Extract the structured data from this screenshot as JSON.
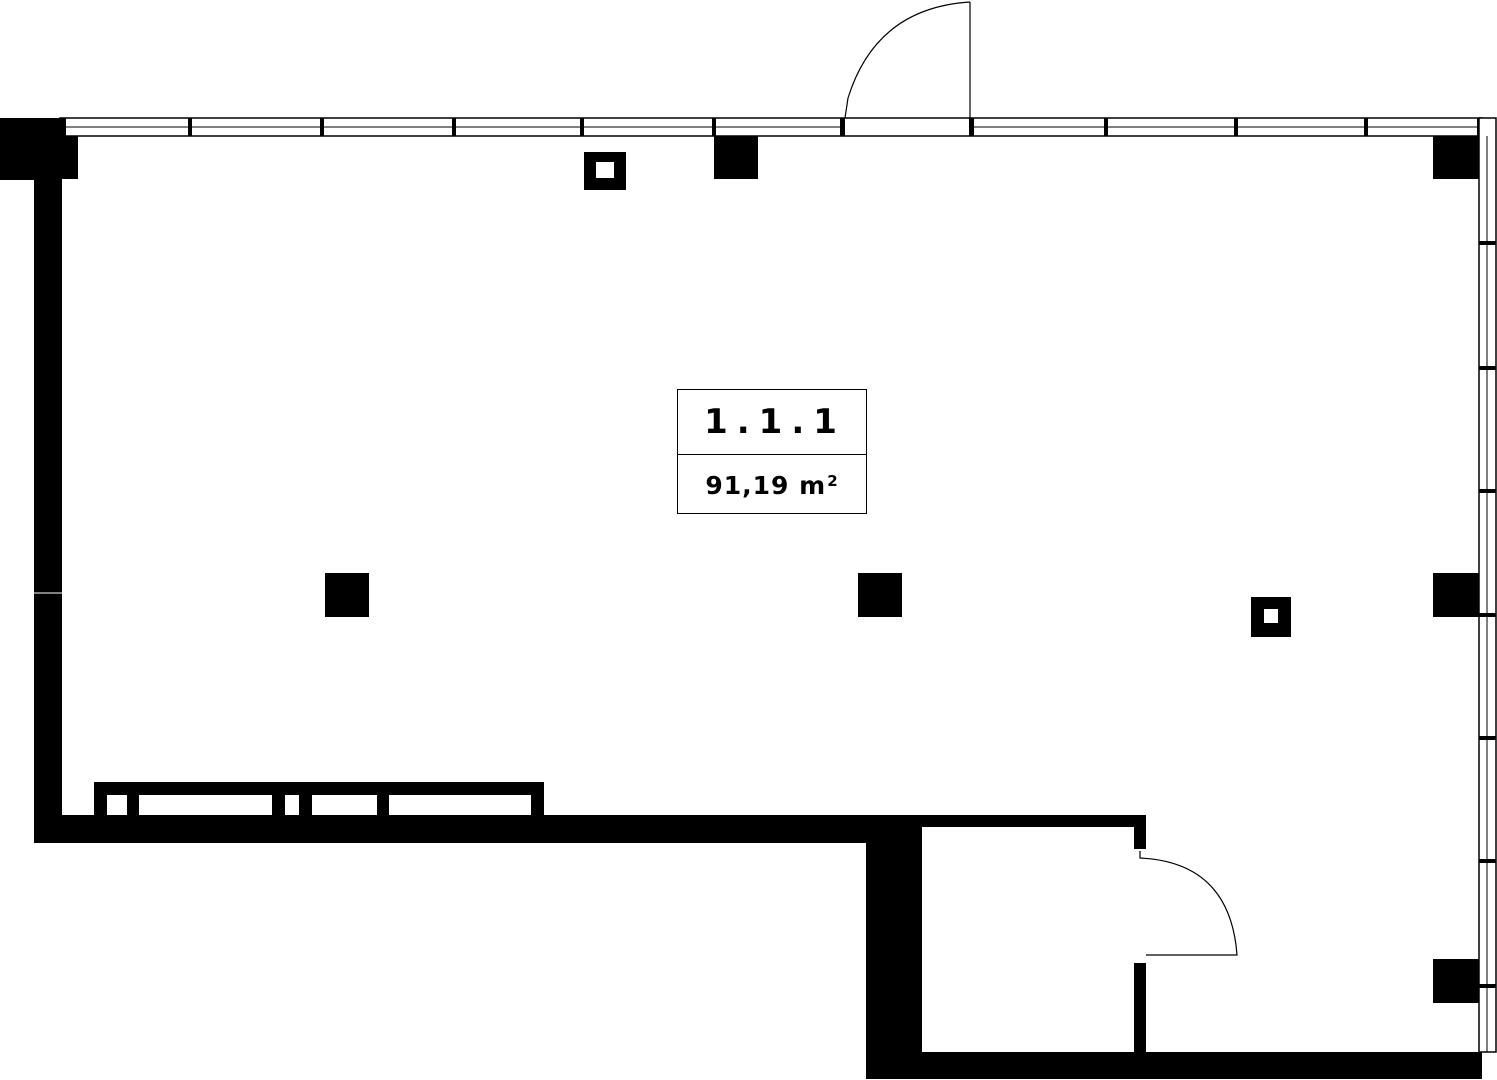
{
  "floor_plan": {
    "unit_number": "1.1.1",
    "area_value": "91,19 m",
    "area_unit_superscript": "2",
    "colors": {
      "wall": "#000000",
      "background": "#ffffff",
      "line": "#000000"
    }
  }
}
